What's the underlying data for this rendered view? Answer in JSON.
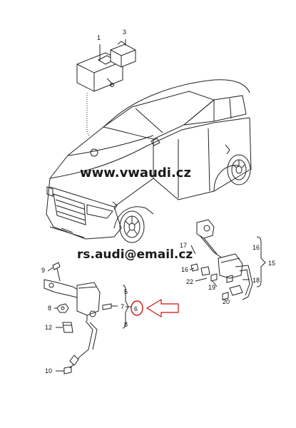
{
  "watermarks": {
    "site": "www.vwaudi.cz",
    "email": "rs.audi@email.cz"
  },
  "callouts": [
    {
      "id": "c1",
      "text": "1"
    },
    {
      "id": "c3",
      "text": "3"
    },
    {
      "id": "c9",
      "text": "9"
    },
    {
      "id": "c8",
      "text": "8"
    },
    {
      "id": "c12",
      "text": "12"
    },
    {
      "id": "c10",
      "text": "10"
    },
    {
      "id": "c5",
      "text": "5"
    },
    {
      "id": "c7",
      "text": "7"
    },
    {
      "id": "c6",
      "text": "6"
    },
    {
      "id": "c8b",
      "text": "8"
    },
    {
      "id": "c17",
      "text": "17"
    },
    {
      "id": "c16a",
      "text": "16"
    },
    {
      "id": "c16b",
      "text": "16"
    },
    {
      "id": "c15",
      "text": "15"
    },
    {
      "id": "c22",
      "text": "22"
    },
    {
      "id": "c19",
      "text": "19"
    },
    {
      "id": "c18",
      "text": "18"
    },
    {
      "id": "c20",
      "text": "20"
    }
  ],
  "colors": {
    "line": "#222222",
    "highlight": "#d01010",
    "watermark": "#1a1a1a"
  }
}
